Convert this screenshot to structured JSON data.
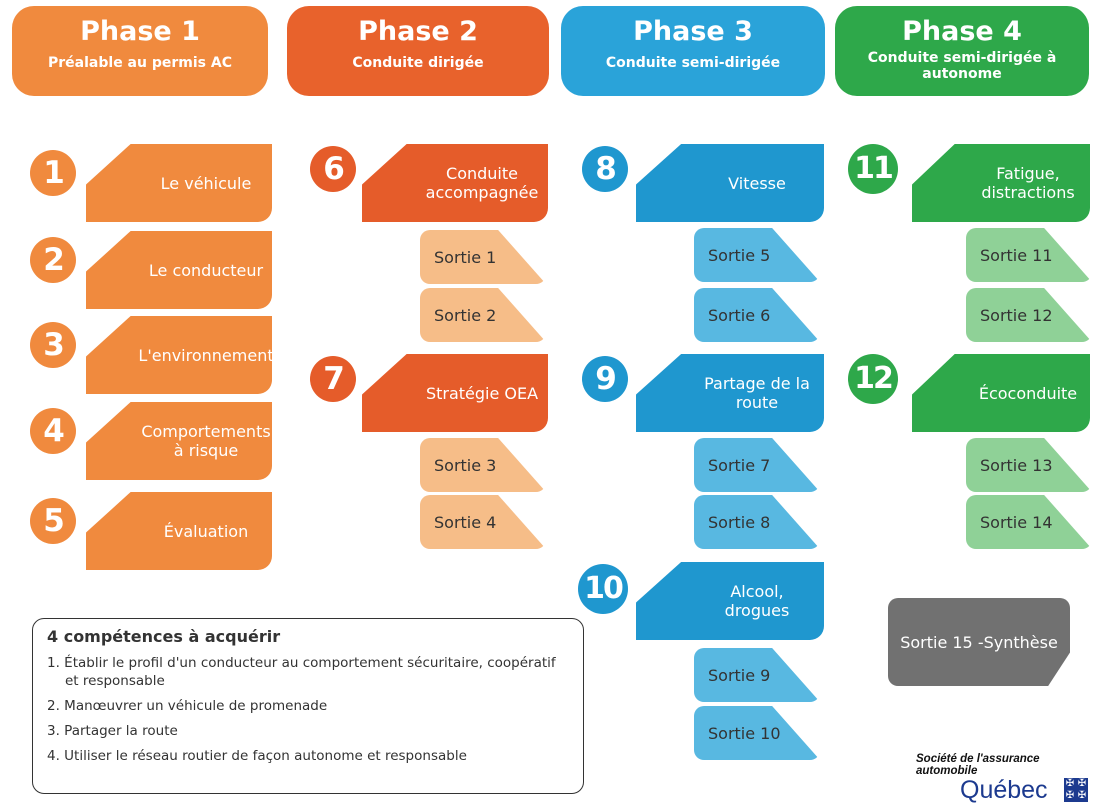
{
  "phases": [
    {
      "title": "Phase 1",
      "subtitle": "Préalable au permis AC"
    },
    {
      "title": "Phase 2",
      "subtitle": "Conduite dirigée"
    },
    {
      "title": "Phase 3",
      "subtitle": "Conduite semi-dirigée"
    },
    {
      "title": "Phase 4",
      "subtitle": "Conduite semi-dirigée à autonome"
    }
  ],
  "modules": [
    {
      "number": "1",
      "label": "Le véhicule"
    },
    {
      "number": "2",
      "label": "Le conducteur"
    },
    {
      "number": "3",
      "label": "L'environnement"
    },
    {
      "number": "4",
      "label": "Comportements à risque"
    },
    {
      "number": "5",
      "label": "Évaluation"
    },
    {
      "number": "6",
      "label": "Conduite accompagnée"
    },
    {
      "number": "7",
      "label": "Stratégie OEA"
    },
    {
      "number": "8",
      "label": "Vitesse"
    },
    {
      "number": "9",
      "label": "Partage de la route"
    },
    {
      "number": "10",
      "label": "Alcool, drogues"
    },
    {
      "number": "11",
      "label": "Fatigue, distractions"
    },
    {
      "number": "12",
      "label": "Écoconduite"
    }
  ],
  "sorties": [
    "Sortie 1",
    "Sortie 2",
    "Sortie 3",
    "Sortie  4",
    "Sortie 5",
    "Sortie 6",
    "Sortie 7",
    "Sortie 8",
    "Sortie 9",
    "Sortie 10",
    "Sortie 11",
    "Sortie 12",
    "Sortie 13",
    "Sortie  14"
  ],
  "synthese": "Sortie 15 -Synthèse",
  "competences": {
    "title": "4 compétences à acquérir",
    "items": [
      "1. Établir le profil d'un conducteur au comportement sécuritaire, coopératif et responsable",
      "2. Manœuvrer un véhicule de promenade",
      "3. Partager la route",
      "4. Utiliser le réseau routier de façon autonome et responsable"
    ]
  },
  "footer": {
    "org": "Société de l'assurance automobile",
    "province": "Québec"
  },
  "colors": {
    "phase1": "#f08a3e",
    "phase2": "#e8622c",
    "phase3": "#2aa3d9",
    "phase4": "#2ea84a",
    "synthese": "#717171"
  }
}
